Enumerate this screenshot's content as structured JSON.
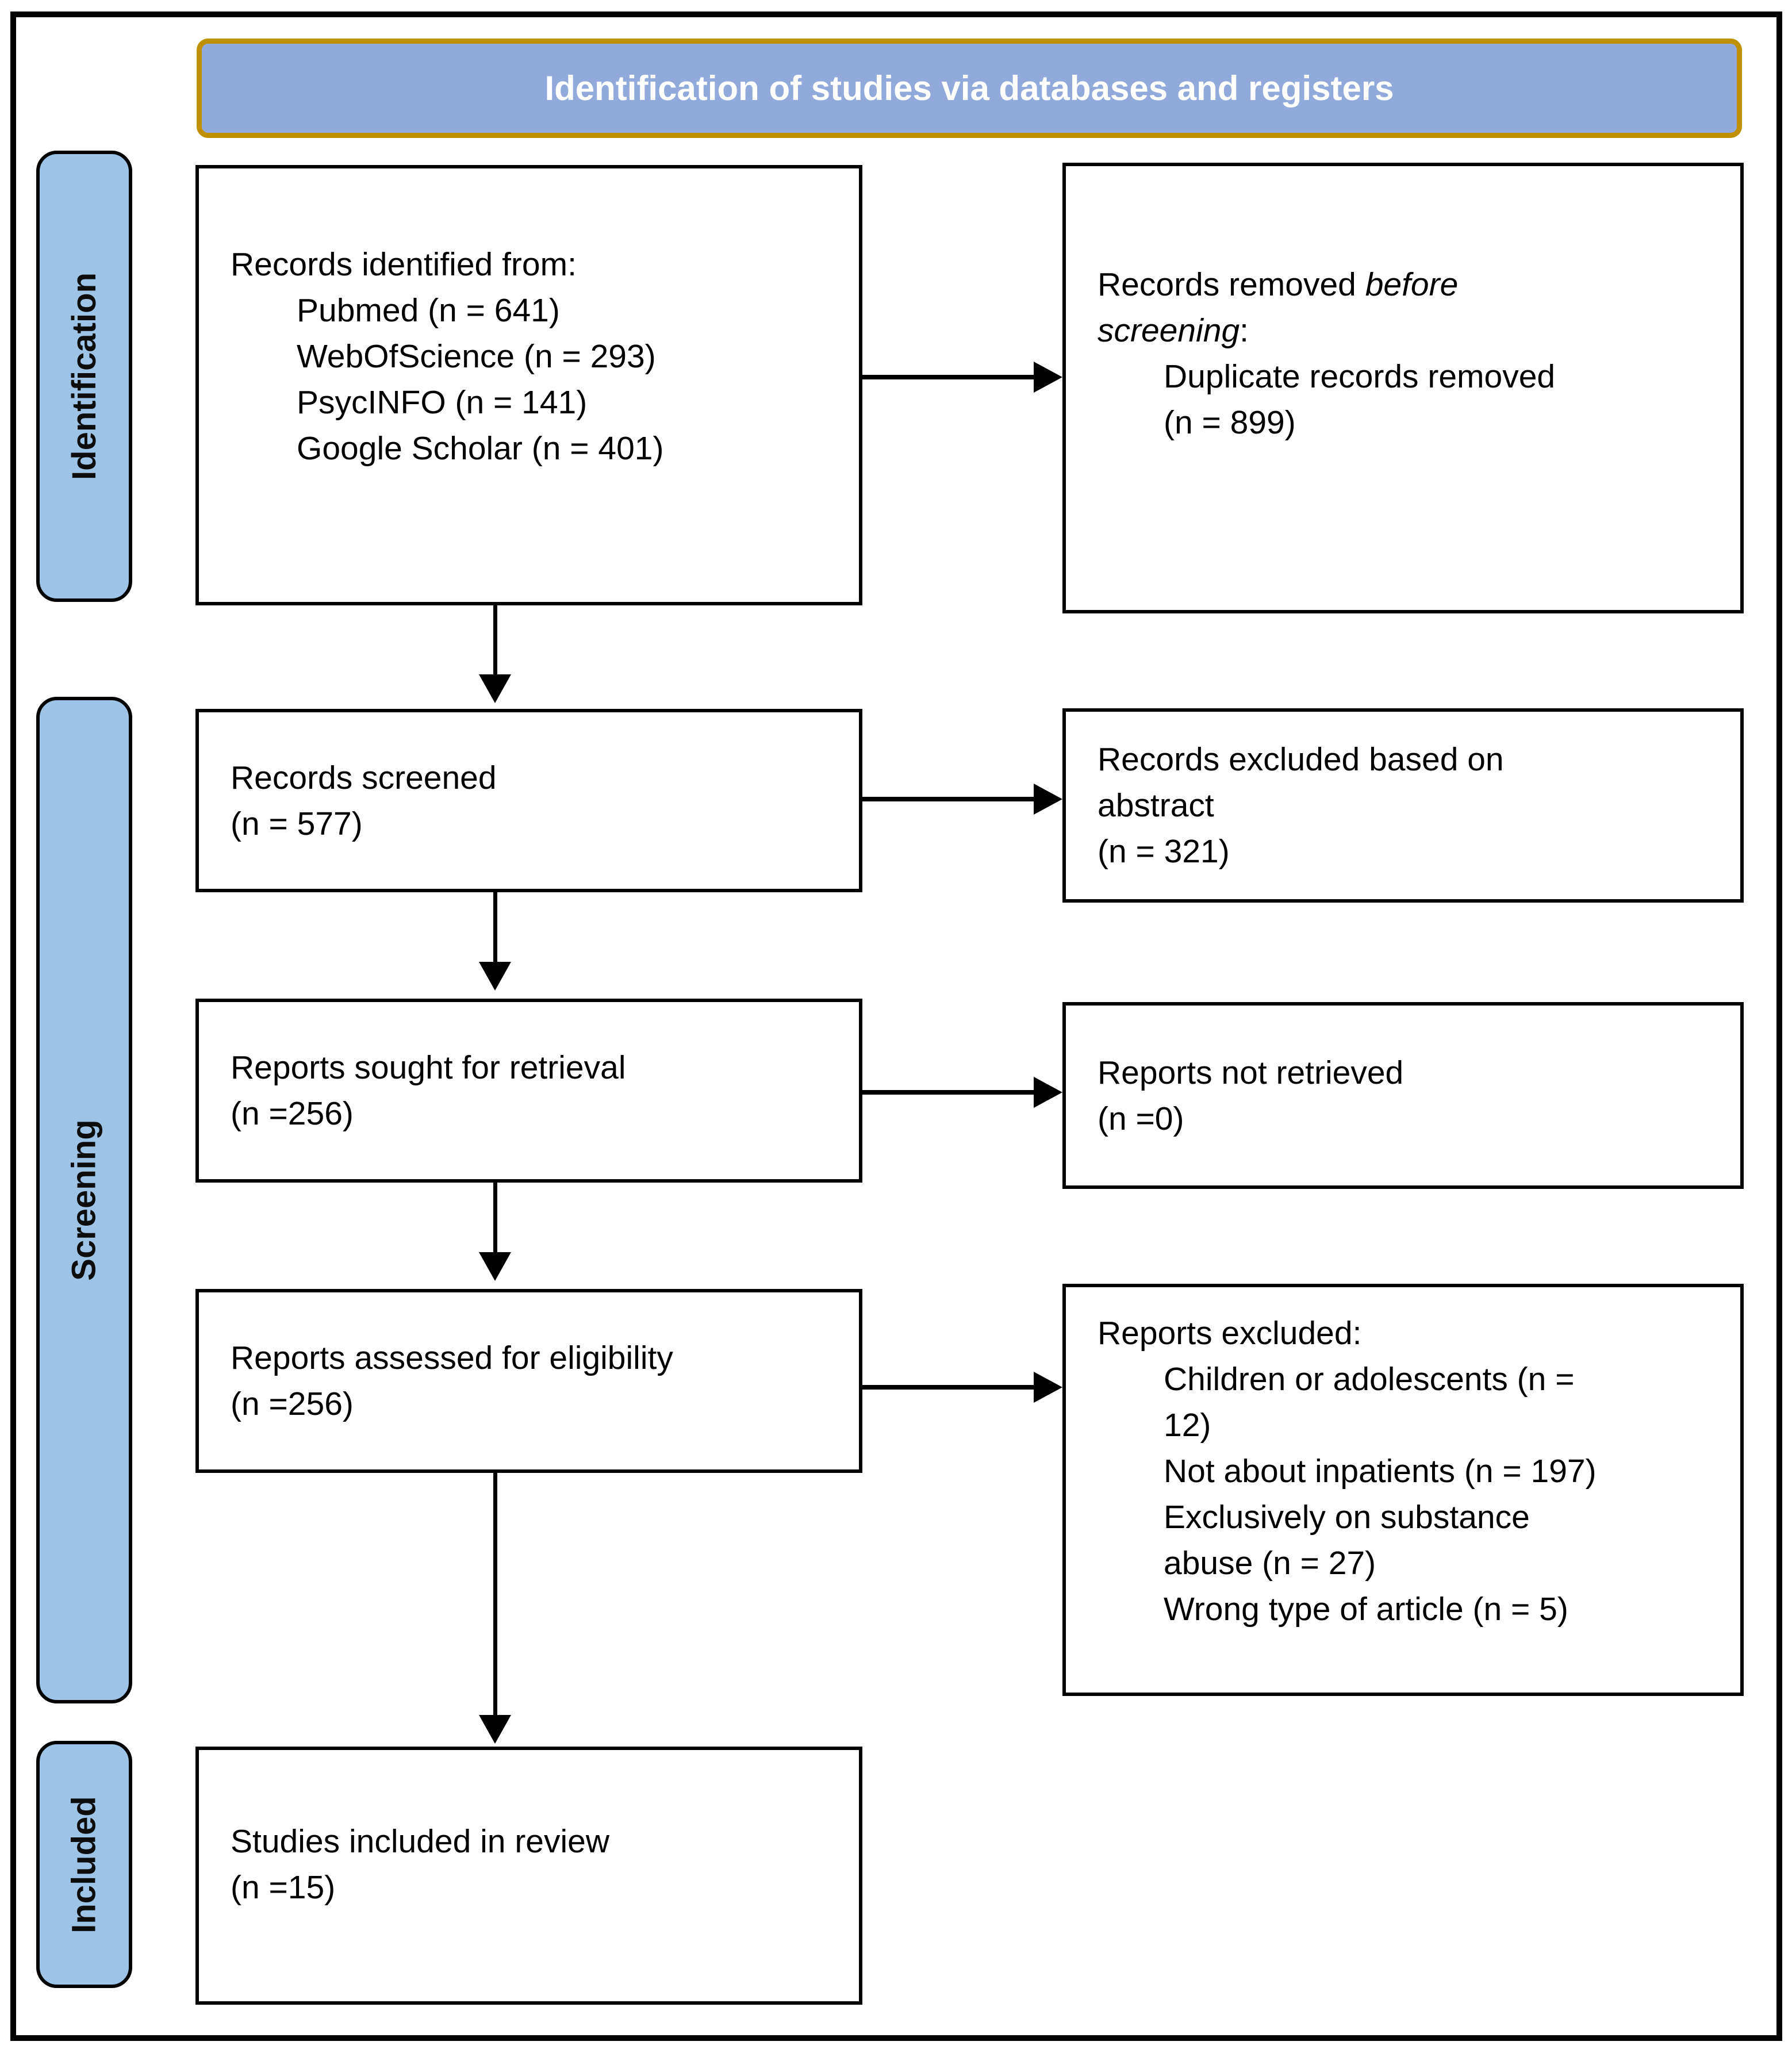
{
  "header": {
    "title": "Identification of studies via databases and registers"
  },
  "sidebar": {
    "identification": "Identification",
    "screening": "Screening",
    "included": "Included"
  },
  "boxes": {
    "records_identified": {
      "title": "Records identified from:",
      "items": [
        "Pubmed (n = 641)",
        "WebOfScience (n = 293)",
        "PsycINFO (n = 141)",
        "Google Scholar (n = 401)"
      ]
    },
    "records_removed": {
      "line1_normal": "Records removed ",
      "line1_italic": "before",
      "line2_italic": "screening",
      "line2_normal": ":",
      "items": [
        "Duplicate records removed",
        "(n = 899)"
      ]
    },
    "records_screened": {
      "line1": "Records screened",
      "line2": "(n = 577)"
    },
    "records_excluded_abstract": {
      "line1": "Records excluded based on",
      "line2": "abstract",
      "line3": "(n = 321)"
    },
    "reports_sought": {
      "line1": "Reports sought for retrieval",
      "line2": "(n =256)"
    },
    "reports_not_retrieved": {
      "line1": "Reports not retrieved",
      "line2": "(n =0)"
    },
    "reports_assessed": {
      "line1": "Reports assessed for eligibility",
      "line2": "(n =256)"
    },
    "reports_excluded": {
      "title": "Reports excluded:",
      "lines": [
        "Children or adolescents (n =",
        "12)",
        "Not about inpatients (n = 197)",
        "Exclusively on substance",
        "abuse (n = 27)",
        "Wrong type of article (n = 5)"
      ]
    },
    "studies_included": {
      "line1": "Studies included in review",
      "line2": "(n =15)"
    }
  },
  "colors": {
    "banner_fill": "#92a9db",
    "banner_border": "#bf9000",
    "banner_text": "#ffffff",
    "stage_fill": "#9dc3e6",
    "stage_border": "#000000",
    "box_border": "#000000",
    "text": "#000000"
  }
}
